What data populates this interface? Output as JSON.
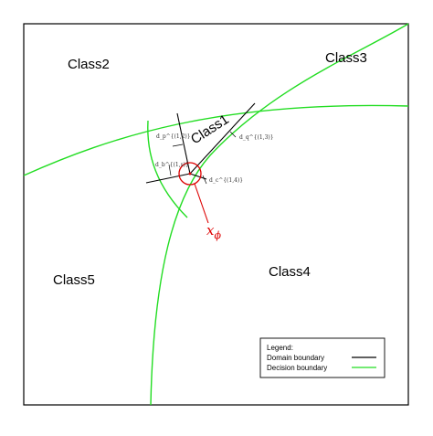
{
  "colors": {
    "frame": "#000000",
    "decision_boundary": "#22dd22",
    "domain_boundary": "#000000",
    "query_marker": "#dd0000"
  },
  "regions": {
    "class1": "Class1",
    "class2": "Class2",
    "class3": "Class3",
    "class4": "Class4",
    "class5": "Class5"
  },
  "distance_labels": {
    "d1": "d_p^{(1,2)}",
    "d2": "d_q^{(1,3)}",
    "d3": "d_b^{(1,s)}",
    "d4": "d_c^{(1,4)}"
  },
  "query_point": {
    "label_base": "x",
    "label_subscript": "ϕ"
  },
  "legend": {
    "title": "Legend:",
    "items": [
      {
        "label": "Domain boundary",
        "color": "#000000"
      },
      {
        "label": "Decision boundary",
        "color": "#22dd22"
      }
    ]
  }
}
